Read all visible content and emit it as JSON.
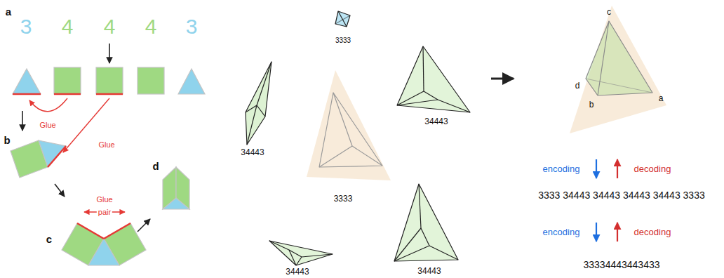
{
  "diagram": {
    "labels": [
      "a",
      "3",
      "4",
      "4",
      "4",
      "3",
      "Glue",
      "b",
      "Glue",
      "d",
      "c",
      "Glue",
      "pair",
      "3333",
      "34443",
      "3333",
      "34443",
      "34443",
      "34443",
      "c",
      "d",
      "b",
      "a",
      "encoding",
      "decoding",
      "3333 34443 34443 34443 34443 3333",
      "encoding",
      "decoding",
      "33334443443433"
    ]
  }
}
